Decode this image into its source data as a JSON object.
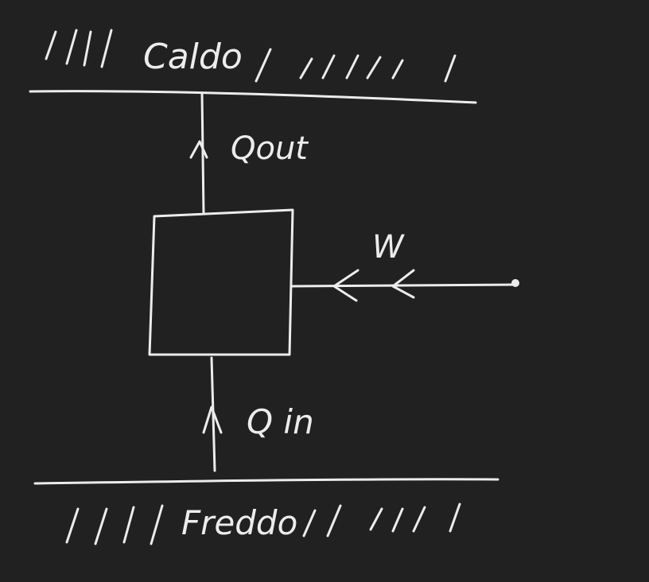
{
  "diagram": {
    "hot_reservoir": {
      "label": "Caldo"
    },
    "cold_reservoir": {
      "label": "Freddo"
    },
    "heat_out": {
      "label": "Qout"
    },
    "heat_in": {
      "label": "Q in"
    },
    "work": {
      "label": "W"
    }
  },
  "colors": {
    "background": "#212121",
    "ink": "#ececec"
  }
}
